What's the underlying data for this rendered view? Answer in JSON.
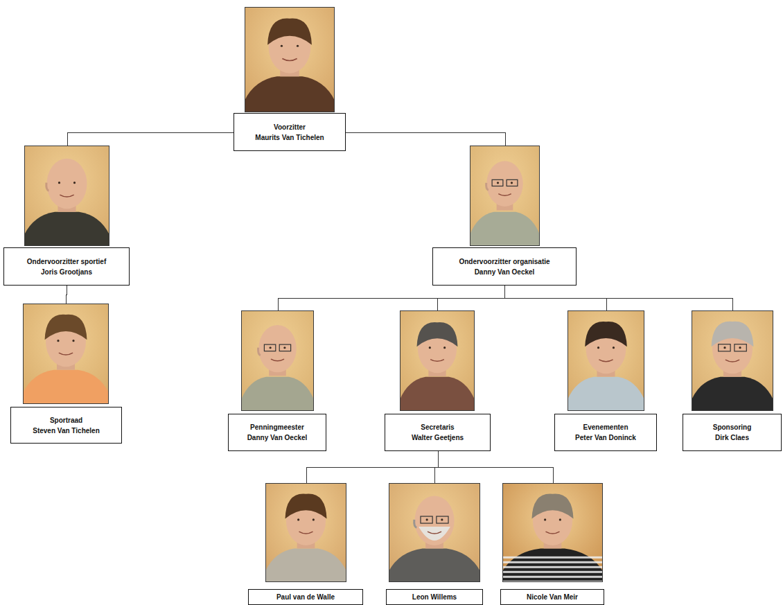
{
  "diagram": {
    "nodes": [
      {
        "text": [
          "Voorzitter",
          "Maurits Van Tichelen"
        ]
      },
      {
        "text": [
          "Ondervoorzitter sportief",
          "Joris Grootjans"
        ]
      },
      {
        "text": [
          "Ondervoorzitter organisatie",
          "Danny Van Oeckel"
        ]
      },
      {
        "text": [
          "Sportraad",
          "Steven Van Tichelen"
        ]
      },
      {
        "text": [
          "Penningmeester",
          "Danny Van Oeckel"
        ]
      },
      {
        "text": [
          "Secretaris",
          "Walter Geetjens"
        ]
      },
      {
        "text": [
          "Evenementen",
          "Peter Van Doninck"
        ]
      },
      {
        "text": [
          "Sponsoring",
          "Dirk Claes"
        ]
      },
      {
        "text": [
          "Paul van de Walle"
        ]
      },
      {
        "text": [
          "Leon Willems"
        ]
      },
      {
        "text": [
          "Nicole Van Meir"
        ]
      }
    ],
    "edges": [
      {
        "from": 0,
        "to": 1,
        "arrow": "none"
      },
      {
        "from": 0,
        "to": 2,
        "arrow": "none"
      },
      {
        "from": 1,
        "to": 3,
        "arrow": "none"
      },
      {
        "from": 2,
        "to": 4,
        "arrow": "none"
      },
      {
        "from": 2,
        "to": 5,
        "arrow": "none"
      },
      {
        "from": 2,
        "to": 6,
        "arrow": "none"
      },
      {
        "from": 2,
        "to": 7,
        "arrow": "none"
      },
      {
        "from": 5,
        "to": 8,
        "arrow": "none"
      },
      {
        "from": 5,
        "to": 9,
        "arrow": "none"
      },
      {
        "from": 5,
        "to": 10,
        "arrow": "none"
      }
    ]
  }
}
